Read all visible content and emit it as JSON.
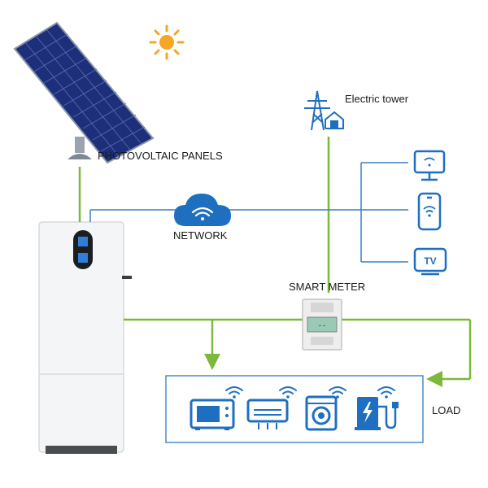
{
  "labels": {
    "photovoltaic": "PHOTOVOLTAIC PANELS",
    "tower": "Electric tower",
    "network": "NETWORK",
    "smart_meter": "SMART METER",
    "load": "LOAD"
  },
  "colors": {
    "power_line": "#7cb83a",
    "data_line": "#3a7ec6",
    "icon_blue": "#1f6fc0",
    "sun": "#f5a623",
    "panel": "#1d2f7a",
    "battery": "#f4f5f6"
  },
  "icons": {
    "sun": "sun-icon",
    "solar_panel": "solar-panel-icon",
    "tower": "electric-tower-icon",
    "cloud": "wifi-cloud-icon",
    "monitor": "monitor-icon",
    "phone": "smartphone-icon",
    "tv": "tv-icon",
    "microwave": "microwave-icon",
    "air_conditioner": "air-conditioner-icon",
    "washer": "washing-machine-icon",
    "ev_charger": "ev-charger-icon",
    "battery": "battery-inverter-icon",
    "meter": "smart-meter-icon"
  },
  "meter_text": "--",
  "tv_text": "TV"
}
